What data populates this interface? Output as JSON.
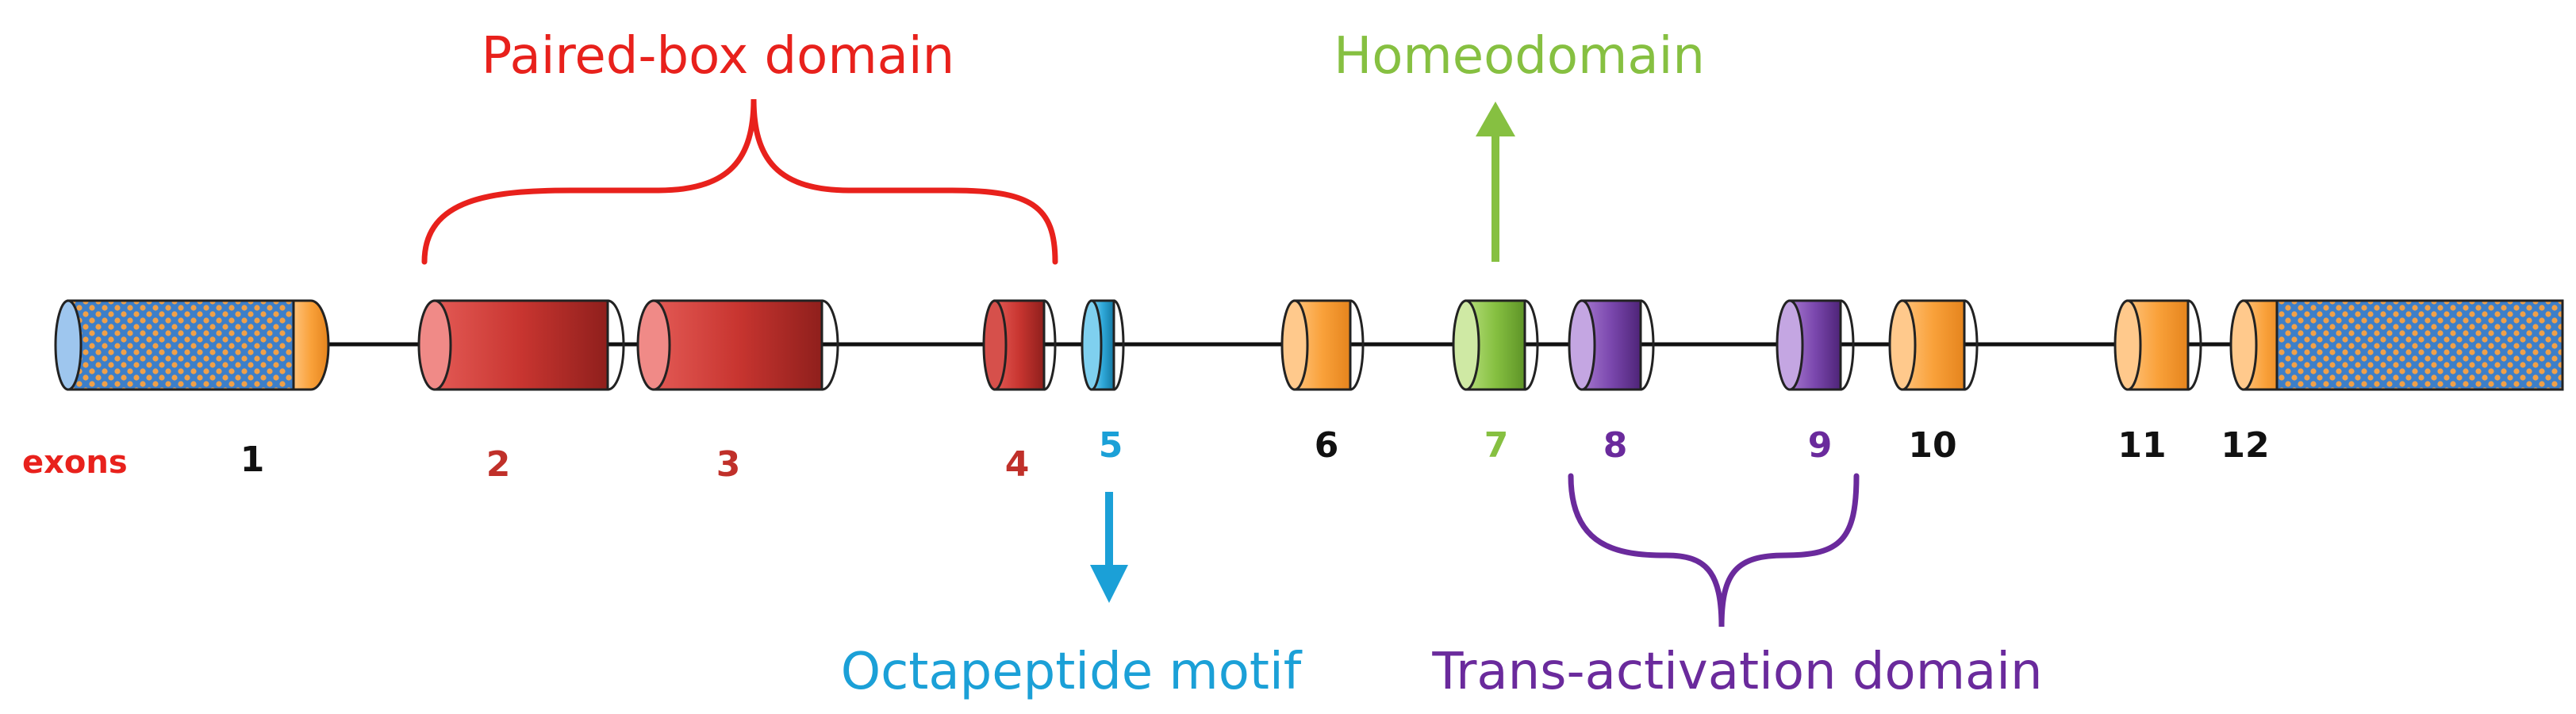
{
  "exons_label": "exons",
  "colors": {
    "paired_box": "#e8211c",
    "paired_box_exon": "#c0302a",
    "homeodomain": "#86c041",
    "octapeptide": "#1ba0d7",
    "trans_activation": "#6a2a9c",
    "untranslated": "#f7a035",
    "neutral_number": "#111111",
    "intron_line": "#111111",
    "utr_fill": "#3d7fc9",
    "utr_dots": "#f0a048"
  },
  "exons": [
    {
      "number": "1",
      "domain": "utr-5"
    },
    {
      "number": "2",
      "domain": "paired-box"
    },
    {
      "number": "3",
      "domain": "paired-box"
    },
    {
      "number": "4",
      "domain": "paired-box"
    },
    {
      "number": "5",
      "domain": "octapeptide"
    },
    {
      "number": "6",
      "domain": "none"
    },
    {
      "number": "7",
      "domain": "homeodomain"
    },
    {
      "number": "8",
      "domain": "trans-activation"
    },
    {
      "number": "9",
      "domain": "trans-activation"
    },
    {
      "number": "10",
      "domain": "none"
    },
    {
      "number": "11",
      "domain": "none"
    },
    {
      "number": "12",
      "domain": "utr-3"
    }
  ],
  "domains": {
    "paired_box": "Paired-box domain",
    "homeodomain": "Homeodomain",
    "octapeptide": "Octapeptide motif",
    "trans_activation": "Trans-activation domain"
  }
}
